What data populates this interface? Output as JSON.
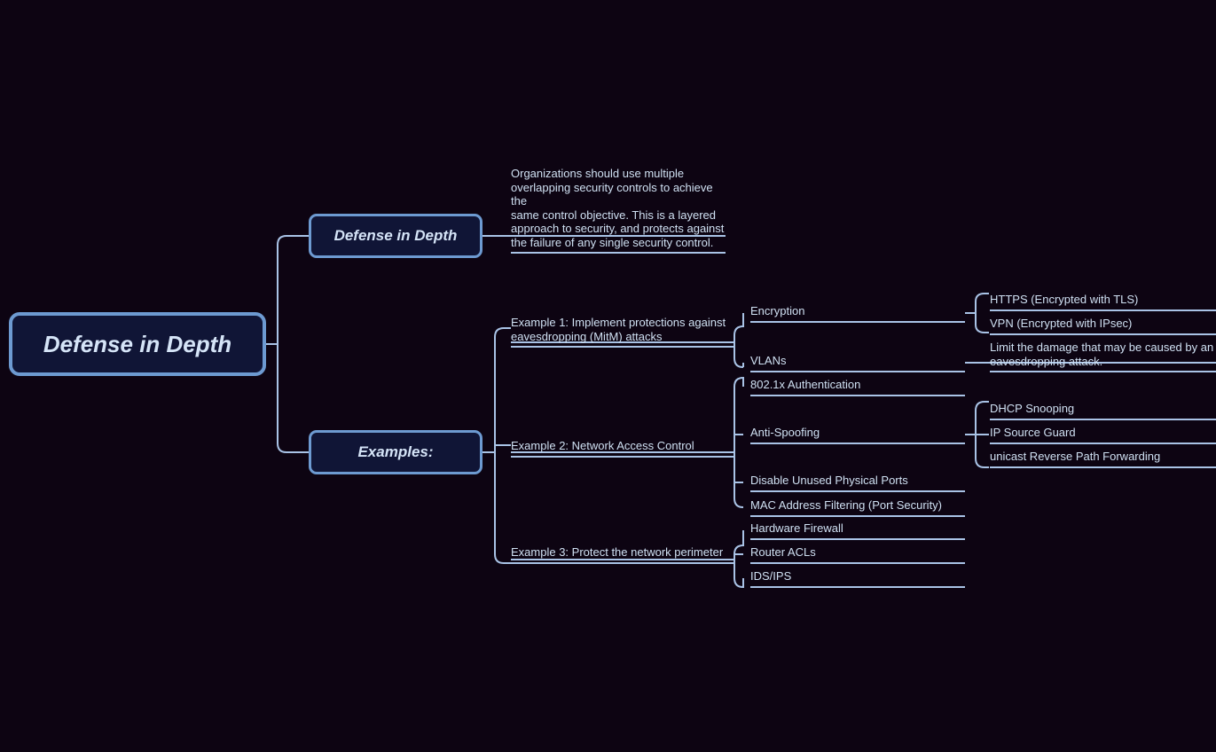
{
  "diagram": {
    "title": "Defense in Depth",
    "type": "mind-map",
    "background_color": "#0d0412",
    "node_fill_color": "#101536",
    "node_border_color": "#6d9ad1",
    "connector_color": "#a9c3e6",
    "text_color": "#cfe0f2"
  },
  "root": {
    "label": "Defense in Depth"
  },
  "branches": [
    {
      "label": "Defense in Depth",
      "description": "Organizations should use multiple\noverlapping security controls to achieve the\nsame control objective. This is a layered\napproach to security, and protects against\nthe failure of any single security control."
    },
    {
      "label": "Examples:"
    }
  ],
  "examples": [
    {
      "label": "Example 1: Implement protections against\neavesdropping (MitM) attacks",
      "children": [
        {
          "label": "Encryption",
          "children": [
            {
              "label": "HTTPS (Encrypted with TLS)"
            },
            {
              "label": "VPN (Encrypted with IPsec)"
            }
          ]
        },
        {
          "label": "VLANs",
          "note": "Limit the damage that may be caused by an\neavesdropping attack."
        }
      ]
    },
    {
      "label": "Example 2: Network Access Control",
      "children": [
        {
          "label": "802.1x Authentication"
        },
        {
          "label": "Anti-Spoofing",
          "children": [
            {
              "label": "DHCP Snooping"
            },
            {
              "label": "IP Source Guard"
            },
            {
              "label": "unicast Reverse Path Forwarding"
            }
          ]
        },
        {
          "label": "Disable Unused Physical Ports"
        },
        {
          "label": "MAC Address Filtering (Port Security)"
        }
      ]
    },
    {
      "label": "Example 3: Protect the network perimeter",
      "children": [
        {
          "label": "Hardware Firewall"
        },
        {
          "label": "Router ACLs"
        },
        {
          "label": "IDS/IPS"
        }
      ]
    }
  ]
}
